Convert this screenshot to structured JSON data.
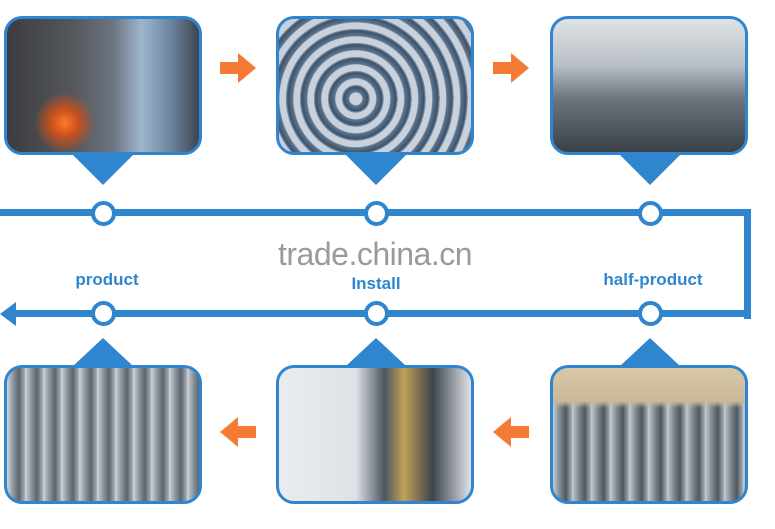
{
  "colors": {
    "accent": "#2f86cf",
    "arrow": "#f47a36",
    "watermark": "#9a9a9a"
  },
  "steps": [
    {
      "label": "",
      "image": "forging"
    },
    {
      "label": "",
      "image": "rings-stock"
    },
    {
      "label": "half-product",
      "image": "workshop"
    },
    {
      "label": "Install",
      "image": "machining"
    },
    {
      "label": "product",
      "image": "finished-flanges"
    }
  ],
  "labels": {
    "product": "product",
    "install": "Install",
    "half_product": "half-product"
  },
  "watermark": "trade.china.cn"
}
